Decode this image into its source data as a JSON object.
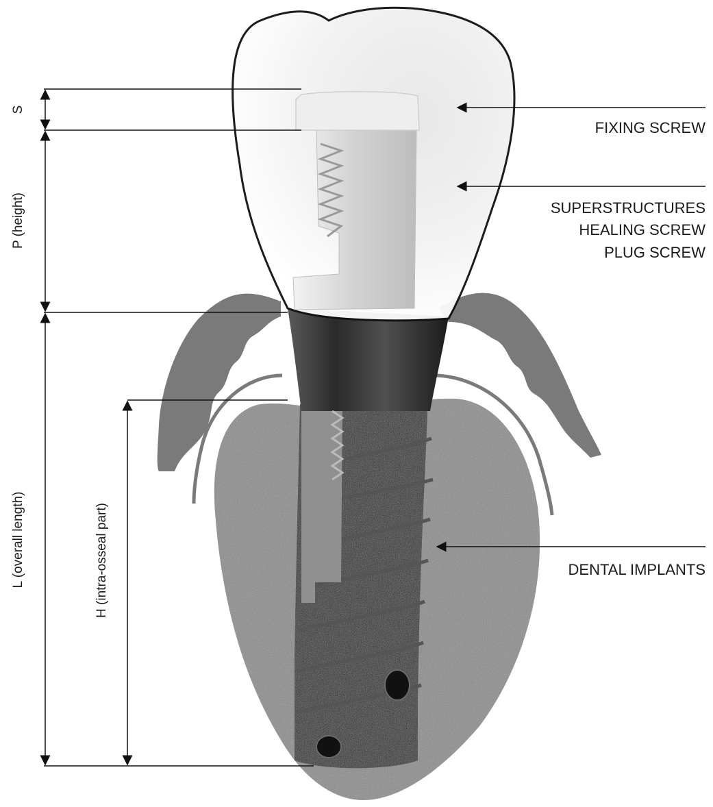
{
  "labels": {
    "fixing_screw": "FIXING SCREW",
    "superstructures": "SUPERSTRUCTURES",
    "healing_screw": "HEALING SCREW",
    "plug_screw": "PLUG SCREW",
    "dental_implants": "DENTAL IMPLANTS"
  },
  "dimensions": {
    "s": "S",
    "p": "P (height)",
    "l": "L (overall length)",
    "h": "H (intra-osseal part)"
  },
  "colors": {
    "bone": "#8c8c8c",
    "gum": "#7a7a7a",
    "implant": "#222222",
    "abutment": "#dcdcdc",
    "crown_outline": "#111111",
    "line": "#111111"
  }
}
